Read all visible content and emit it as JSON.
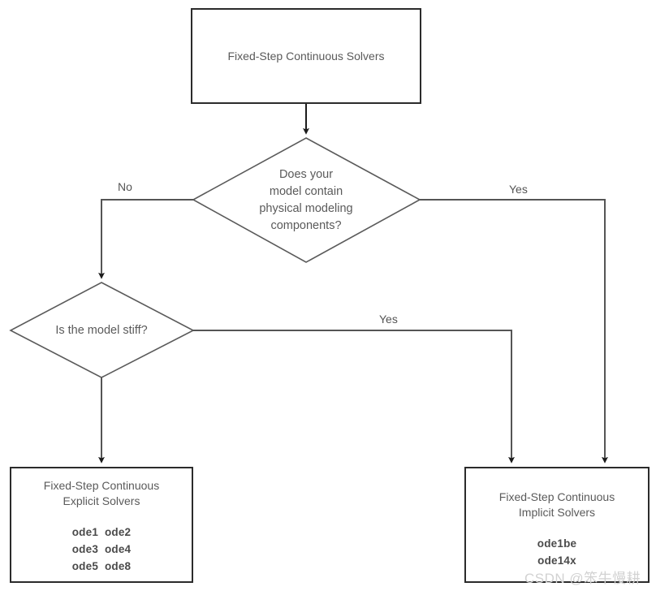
{
  "diagram": {
    "type": "flowchart",
    "title_node": {
      "label": "Fixed-Step Continuous Solvers"
    },
    "decisions": [
      {
        "id": "physical-modeling",
        "lines": [
          "Does your",
          "model contain",
          "physical modeling",
          "components?"
        ],
        "text": "Does your model contain physical modeling components?"
      },
      {
        "id": "model-stiff",
        "lines": [
          "Is the model stiff?"
        ],
        "text": "Is the model stiff?"
      }
    ],
    "edge_labels": {
      "no_physical": "No",
      "yes_physical": "Yes",
      "yes_stiff": "Yes"
    },
    "results": [
      {
        "id": "explicit-solvers",
        "title_lines": [
          "Fixed-Step Continuous",
          "Explicit Solvers"
        ],
        "solver_rows": [
          "ode1  ode2",
          "ode3  ode4",
          "ode5  ode8"
        ],
        "solvers": [
          "ode1",
          "ode2",
          "ode3",
          "ode4",
          "ode5",
          "ode8"
        ]
      },
      {
        "id": "implicit-solvers",
        "title_lines": [
          "Fixed-Step Continuous",
          "Implicit Solvers"
        ],
        "solver_rows": [
          "ode1be",
          "ode14x"
        ],
        "solvers": [
          "ode1be",
          "ode14x"
        ]
      }
    ],
    "watermark": "CSDN @笨牛慢耕",
    "colors": {
      "stroke": "#2b2b2b",
      "diamond_stroke": "#5a5a5a",
      "text": "#5a5a5a",
      "background": "#ffffff",
      "watermark": "#d2d2d2"
    }
  }
}
